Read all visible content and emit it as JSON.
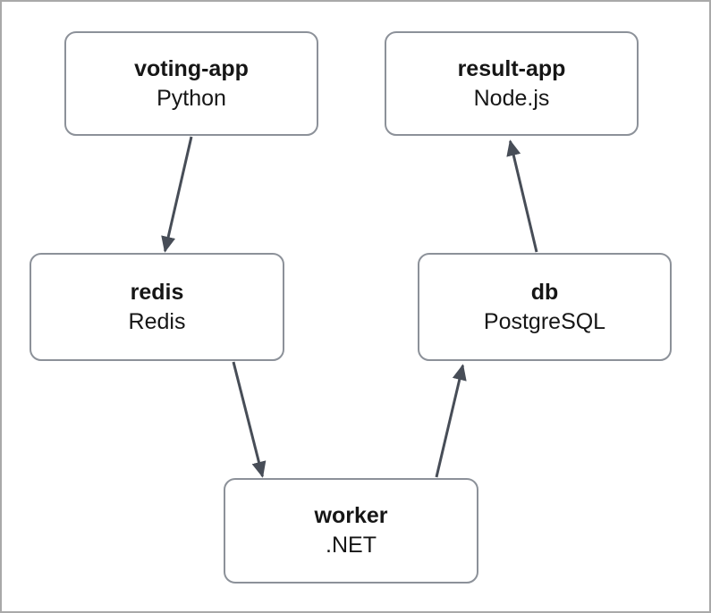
{
  "diagram": {
    "nodes": [
      {
        "id": "voting-app",
        "title": "voting-app",
        "subtitle": "Python"
      },
      {
        "id": "result-app",
        "title": "result-app",
        "subtitle": "Node.js"
      },
      {
        "id": "redis",
        "title": "redis",
        "subtitle": "Redis"
      },
      {
        "id": "db",
        "title": "db",
        "subtitle": "PostgreSQL"
      },
      {
        "id": "worker",
        "title": "worker",
        "subtitle": ".NET"
      }
    ],
    "edges": [
      {
        "from": "voting-app",
        "to": "redis"
      },
      {
        "from": "redis",
        "to": "worker"
      },
      {
        "from": "worker",
        "to": "db"
      },
      {
        "from": "db",
        "to": "result-app"
      }
    ]
  },
  "colors": {
    "arrow": "#474d57",
    "node_border": "#8c9199",
    "frame_border": "#a9a9a9",
    "text": "#161616",
    "background": "#ffffff"
  }
}
